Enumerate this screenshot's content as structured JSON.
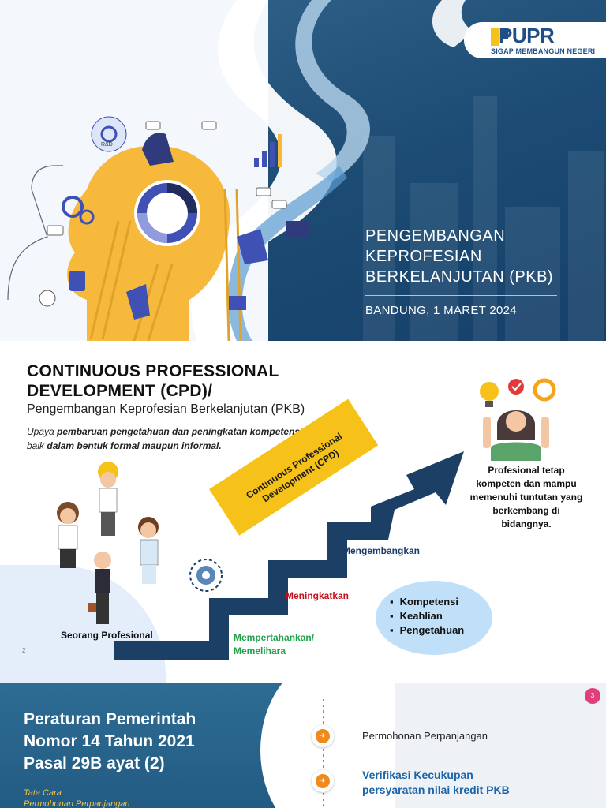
{
  "slide1": {
    "logo_text": "PUPR",
    "logo_tagline": "SIGAP MEMBANGUN NEGERI",
    "title_lines": [
      "PENGEMBANGAN",
      "KEPROFESIAN",
      "BERKELANJUTAN (PKB)"
    ],
    "date": "BANDUNG, 1 MARET 2024",
    "illustration_labels": {
      "rnd": "R&D"
    }
  },
  "slide2": {
    "heading_line1": "CONTINUOUS PROFESSIONAL",
    "heading_line2": "DEVELOPMENT (CPD)/",
    "subheading": "Pengembangan Keprofesian Berkelanjutan (PKB)",
    "lead_parts": [
      "Upaya ",
      "pembaruan pengetahuan dan peningkatan kompetensi professional",
      " baik ",
      "dalam bentuk formal maupun informal."
    ],
    "cpd_banner_line1": "Continuous Professional",
    "cpd_banner_line2": "Development (CPD)",
    "label_professional": "Seorang Profesional",
    "label_develop": "Mengembangkan",
    "label_improve": "Meningkatkan",
    "label_maintain_line1": "Mempertahankan/",
    "label_maintain_line2": "Memelihara",
    "bullets": [
      "Kompetensi",
      "Keahlian",
      "Pengetahuan"
    ],
    "outcome_lines": [
      "Profesional tetap",
      "kompeten dan mampu",
      "memenuhi tuntutan yang",
      "berkembang di",
      "bidangnya."
    ],
    "page_number": "2"
  },
  "slide3": {
    "heading_lines": [
      "Peraturan Pemerintah",
      "Nomor 14 Tahun 2021",
      "Pasal 29B ayat (2)"
    ],
    "sub_lines": [
      "Tata Cara",
      "Permohonan Perpanjangan"
    ],
    "page_number": "3",
    "steps": [
      {
        "text": "Permohonan Perpanjangan"
      },
      {
        "line1": "Verifikasi Kecukupan",
        "line2": "persyaratan nilai kredit PKB"
      }
    ]
  },
  "colors": {
    "navy": "#1f4f86",
    "accent_yellow": "#f6c21a",
    "red": "#c4121c",
    "green": "#1fa24a",
    "orange": "#f08a1c",
    "pink": "#e0407a"
  }
}
